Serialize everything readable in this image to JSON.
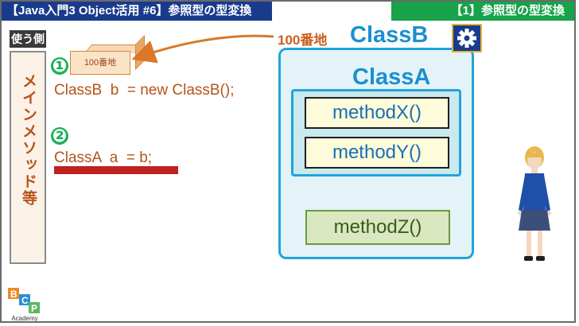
{
  "header": {
    "title": "【Java入門3 Object活用 #6】参照型の型変換",
    "section": "【1】参照型の型変換"
  },
  "caller": {
    "label": "使う側",
    "column_text": "メインメソッド等"
  },
  "steps": [
    {
      "number": "❶",
      "code": "ClassB  b  = new ClassB();"
    },
    {
      "number": "❷",
      "code": "ClassA  a  = b;"
    }
  ],
  "address_box": {
    "label": "100番地"
  },
  "classB": {
    "address": "100番地",
    "title": "ClassB",
    "settings_icon": "gear-icon"
  },
  "classA": {
    "title": "ClassA"
  },
  "methods": {
    "x": "methodX()",
    "y": "methodY()",
    "z": "methodZ()"
  },
  "logo": {
    "letters": [
      "B",
      "C",
      "P"
    ],
    "name": "Academy"
  },
  "colors": {
    "title_bar": "#1a3b8c",
    "section_badge": "#18a34a",
    "code_text": "#b55319",
    "class_border": "#22a3dc",
    "class_title": "#1b8fd0",
    "method_text": "#1b6fb8",
    "highlight_bar": "#c0201f",
    "arrow": "#d9782a"
  }
}
